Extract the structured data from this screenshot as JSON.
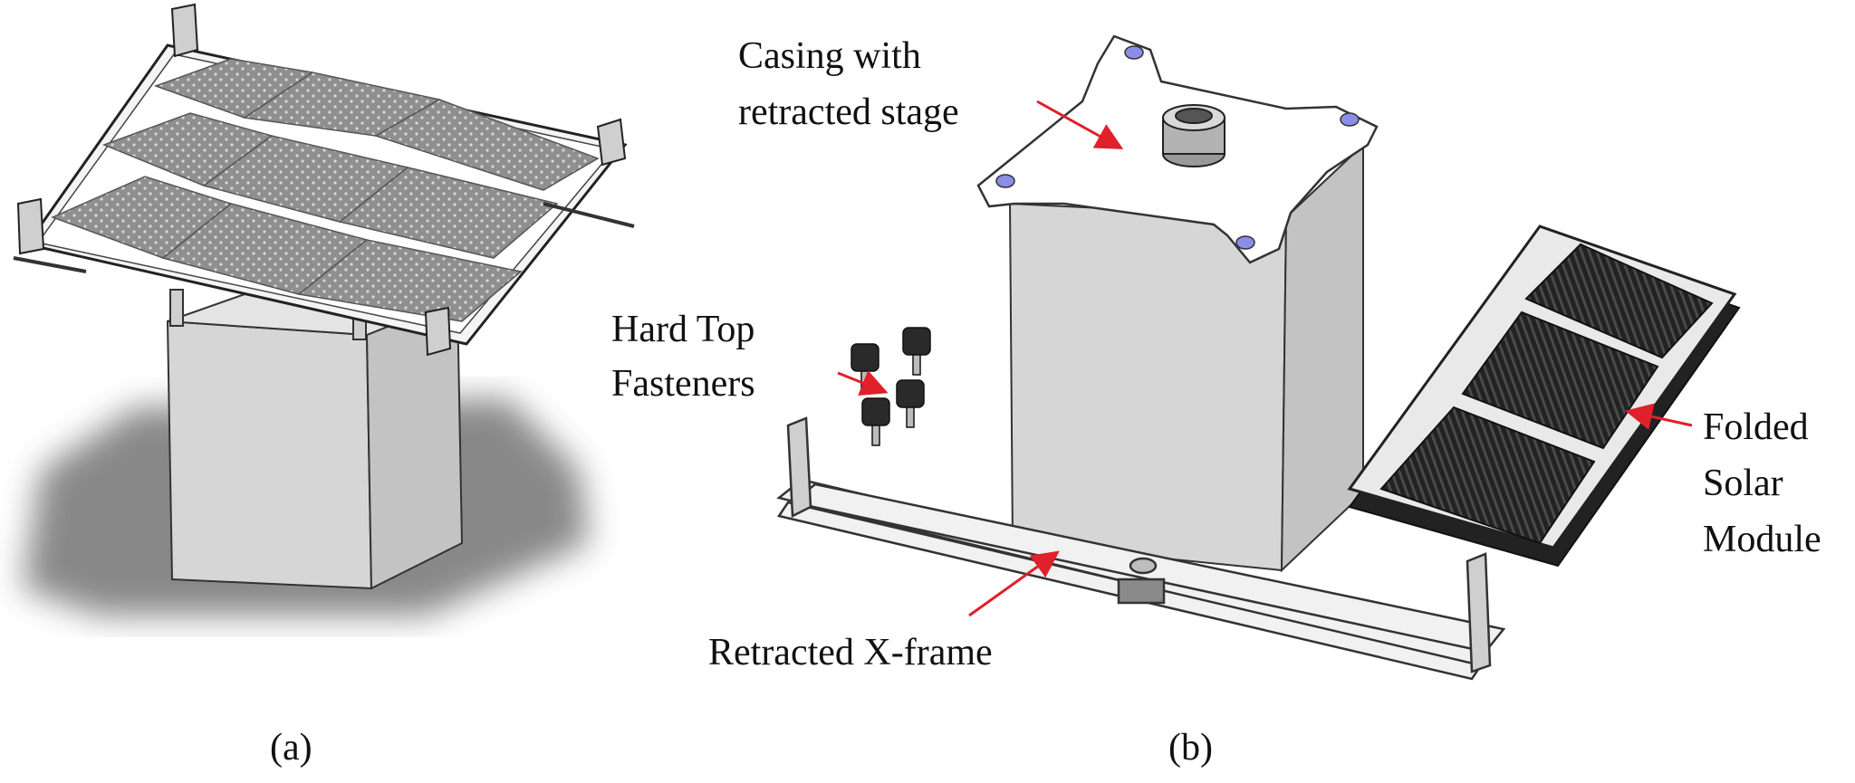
{
  "panels": {
    "a": {
      "caption": "(a)"
    },
    "b": {
      "caption": "(b)"
    }
  },
  "labels": {
    "casing_line1": "Casing with",
    "casing_line2": "retracted stage",
    "fasteners_line1": "Hard Top",
    "fasteners_line2": "Fasteners",
    "solar_line1": "Folded",
    "solar_line2": "Solar",
    "solar_line3": "Module",
    "xframe": "Retracted X-frame"
  },
  "colors": {
    "arrow": "#e0202a",
    "box_face": "#d6d6d6",
    "box_side": "#c3c3c3",
    "panel_dark": "#8a8a8a",
    "cell_dark": "#2a2a2a",
    "shadow": "#7c7c7c",
    "mount_blue": "#8b8ee6"
  }
}
